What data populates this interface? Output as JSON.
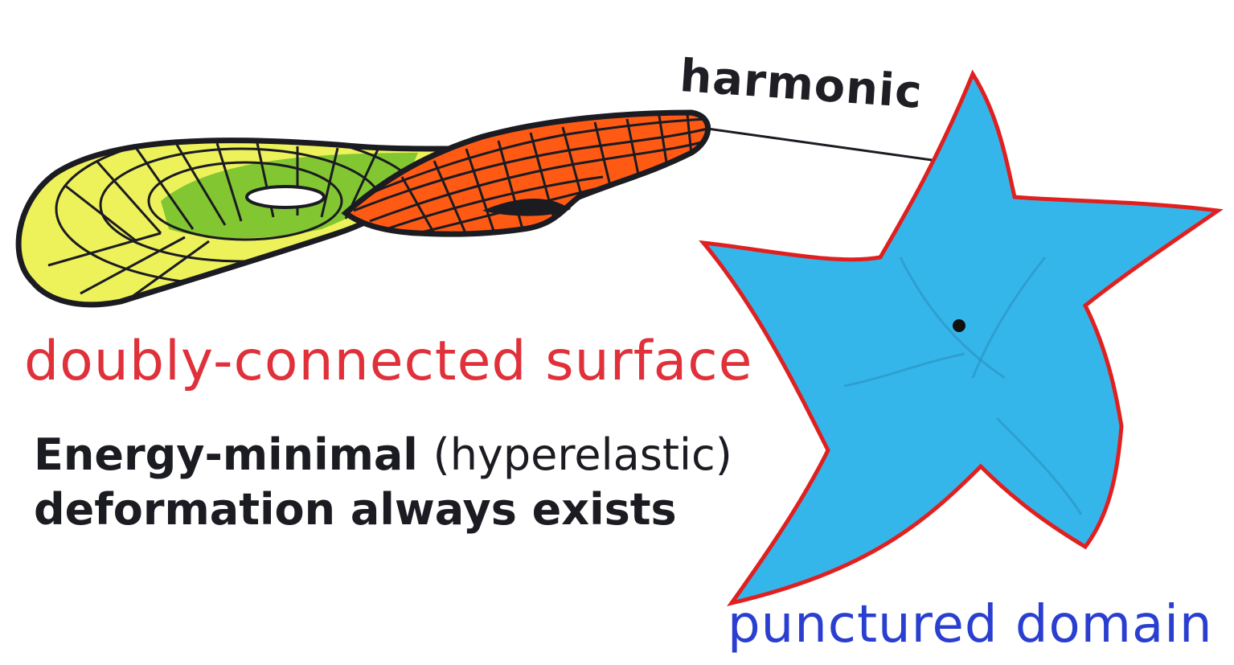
{
  "labels": {
    "map": "harmonic",
    "surface": "doubly-connected surface",
    "statement_bold": "Energy-minimal",
    "statement_paren": "(hyperelastic)",
    "statement_line2": "deformation always exists",
    "domain": "punctured domain"
  },
  "colors": {
    "surface_label": "#e0303a",
    "domain_label": "#2a3fd0",
    "text": "#1b1b22",
    "surface_yellow": "#eef25a",
    "surface_green": "#6fbf2a",
    "surface_red": "#ff5a14",
    "domain_fill": "#35b6ea",
    "domain_outline": "#e02020",
    "puncture": "#111111"
  },
  "icons": {
    "map_arrow": "arrow-right-icon",
    "puncture": "dot-icon"
  }
}
